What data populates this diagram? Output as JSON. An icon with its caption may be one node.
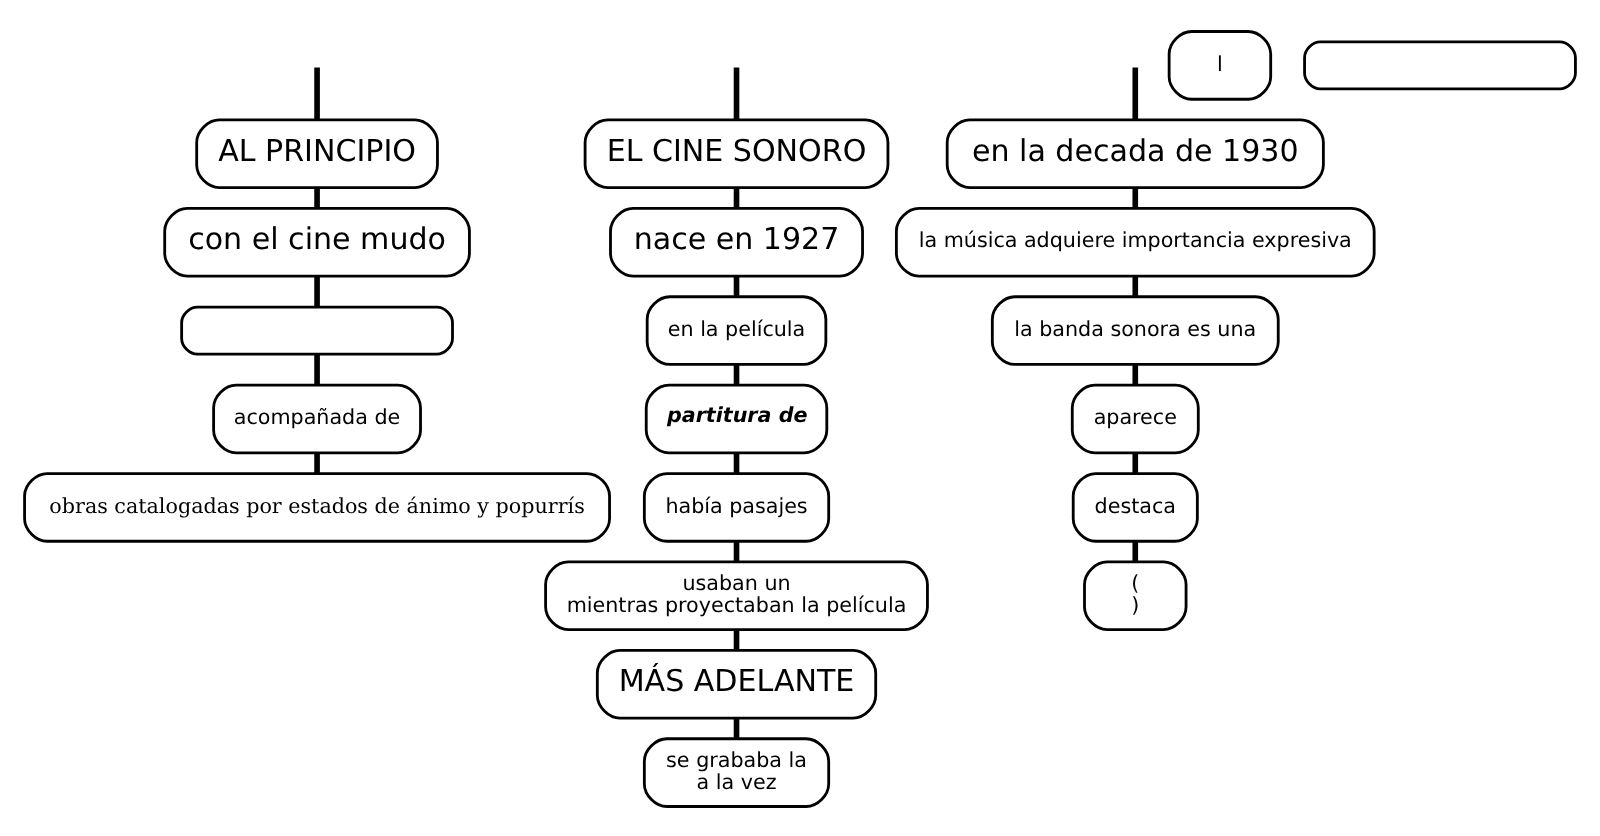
{
  "diagram": {
    "nodes": [
      {
        "text": [
          "AL PRINCIPIO"
        ]
      },
      {
        "text": [
          "con el cine mudo"
        ]
      },
      {
        "text": [],
        "shape": "box"
      },
      {
        "text": [
          "acompañada de"
        ]
      },
      {
        "text": [
          "obras catalogadas por estados de ánimo y popurrís"
        ]
      },
      {
        "text": [
          "EL CINE SONORO"
        ]
      },
      {
        "text": [
          "nace en 1927"
        ]
      },
      {
        "text": [
          "en la película"
        ]
      },
      {
        "text": [
          "partitura de"
        ]
      },
      {
        "text": [
          "había pasajes"
        ]
      },
      {
        "text": [
          "usaban un",
          "mientras proyectaban la película"
        ]
      },
      {
        "text": [
          "MÁS ADELANTE"
        ]
      },
      {
        "text": [
          "se grababa la",
          "a la vez"
        ]
      },
      {
        "text": [
          "en la decada de 1930"
        ]
      },
      {
        "text": [
          "la música adquiere importancia expresiva"
        ]
      },
      {
        "text": [
          "la banda sonora es una"
        ]
      },
      {
        "text": [
          "l"
        ]
      },
      {
        "text": [
          "aparece"
        ]
      },
      {
        "text": [
          "destaca"
        ]
      },
      {
        "text": [
          "(",
          ")"
        ]
      },
      {
        "text": [],
        "shape": "box"
      }
    ],
    "edges": [
      {
        "from": null,
        "to": 0,
        "arrow": "none"
      },
      {
        "from": 0,
        "to": 1,
        "arrow": "none"
      },
      {
        "from": 1,
        "to": 2,
        "arrow": "none"
      },
      {
        "from": 2,
        "to": 3,
        "arrow": "none"
      },
      {
        "from": 3,
        "to": 4,
        "arrow": "none"
      },
      {
        "from": null,
        "to": 5,
        "arrow": "none"
      },
      {
        "from": 5,
        "to": 6,
        "arrow": "none"
      },
      {
        "from": 6,
        "to": 7,
        "arrow": "none"
      },
      {
        "from": 7,
        "to": 8,
        "arrow": "none"
      },
      {
        "from": 8,
        "to": 9,
        "arrow": "none"
      },
      {
        "from": 9,
        "to": 10,
        "arrow": "none"
      },
      {
        "from": 10,
        "to": 11,
        "arrow": "none"
      },
      {
        "from": 11,
        "to": 12,
        "arrow": "none"
      },
      {
        "from": null,
        "to": 13,
        "arrow": "none"
      },
      {
        "from": 13,
        "to": 14,
        "arrow": "none"
      },
      {
        "from": 14,
        "to": 15,
        "arrow": "none"
      },
      {
        "from": 15,
        "to": 17,
        "arrow": "none"
      },
      {
        "from": 17,
        "to": 18,
        "arrow": "none"
      },
      {
        "from": 18,
        "to": 19,
        "arrow": "none"
      }
    ]
  }
}
